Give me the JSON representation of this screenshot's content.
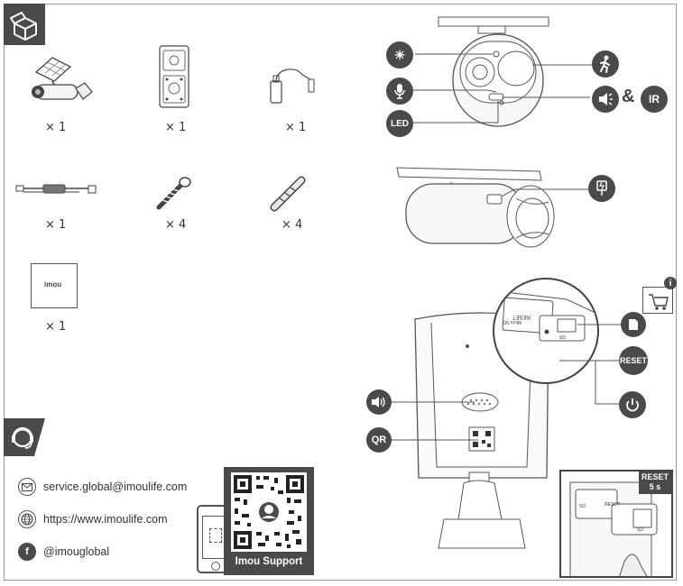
{
  "items": [
    {
      "name": "solar camera",
      "qty": "× 1"
    },
    {
      "name": "mounting template",
      "qty": "× 1"
    },
    {
      "name": "usb cable",
      "qty": "× 1"
    },
    {
      "name": "extension cable",
      "qty": "× 1"
    },
    {
      "name": "screws",
      "qty": "× 4"
    },
    {
      "name": "anchors",
      "qty": "× 4"
    },
    {
      "name": "quick start guide",
      "qty": "× 1"
    }
  ],
  "guide_brand": "imou",
  "callouts": {
    "led": "LED",
    "and": "&",
    "ir": "IR",
    "reset": "RESET",
    "qr": "QR"
  },
  "reset_inset": {
    "title": "RESET",
    "time": "5 s"
  },
  "contacts": {
    "email": "service.global@imoulife.com",
    "web": "https://www.imoulife.com",
    "facebook": "@imouglobal"
  },
  "support_label": "Imou Support",
  "colors": {
    "badge": "#4a4a4a",
    "line": "#555555"
  }
}
